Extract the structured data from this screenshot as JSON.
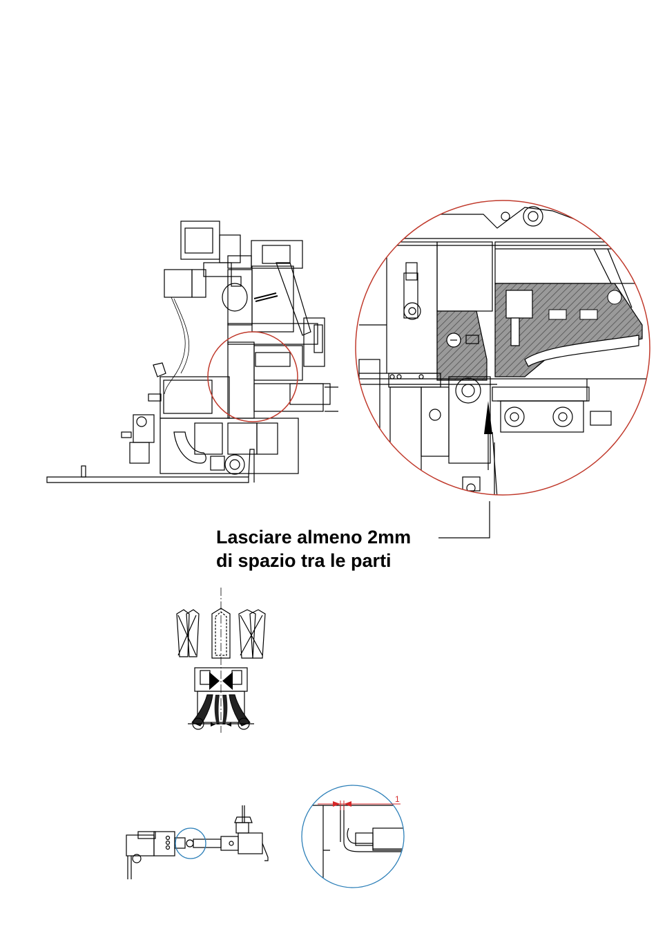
{
  "annotation": {
    "line1": "Lasciare almeno 2mm",
    "line2": "di spazio tra le parti"
  },
  "dimension_label": "1",
  "colors": {
    "detail_circle_red": "#c0392b",
    "detail_circle_blue": "#2c7fb8",
    "dimension_red": "#d62728",
    "line": "#000000",
    "hatch": "#555555"
  }
}
